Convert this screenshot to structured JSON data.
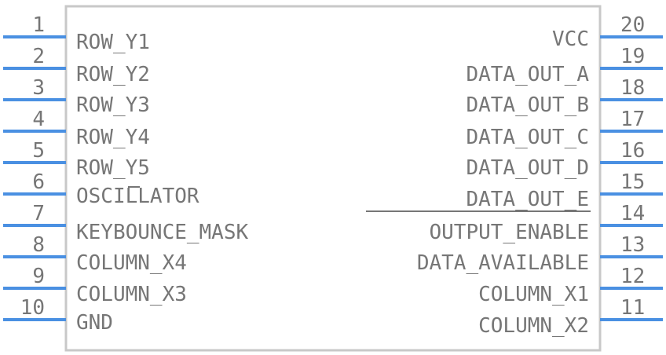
{
  "colors": {
    "body_outline": "#c8c8c8",
    "pin": "#4a90e2",
    "text": "#767676"
  },
  "left_pins": [
    {
      "number": "1",
      "name": "ROW_Y1"
    },
    {
      "number": "2",
      "name": "ROW_Y2"
    },
    {
      "number": "3",
      "name": "ROW_Y3"
    },
    {
      "number": "4",
      "name": "ROW_Y4"
    },
    {
      "number": "5",
      "name": "ROW_Y5"
    },
    {
      "number": "6",
      "name": "OSCILLATOR"
    },
    {
      "number": "7",
      "name": "KEYBOUNCE_MASK"
    },
    {
      "number": "8",
      "name": "COLUMN_X4"
    },
    {
      "number": "9",
      "name": "COLUMN_X3"
    },
    {
      "number": "10",
      "name": "GND"
    }
  ],
  "right_pins": [
    {
      "number": "20",
      "name": "VCC"
    },
    {
      "number": "19",
      "name": "DATA_OUT_A"
    },
    {
      "number": "18",
      "name": "DATA_OUT_B"
    },
    {
      "number": "17",
      "name": "DATA_OUT_C"
    },
    {
      "number": "16",
      "name": "DATA_OUT_D"
    },
    {
      "number": "15",
      "name": "DATA_OUT_E"
    },
    {
      "number": "14",
      "name": "OUTPUT_ENABLE"
    },
    {
      "number": "13",
      "name": "DATA_AVAILABLE"
    },
    {
      "number": "12",
      "name": "COLUMN_X1"
    },
    {
      "number": "11",
      "name": "COLUMN_X2"
    }
  ]
}
